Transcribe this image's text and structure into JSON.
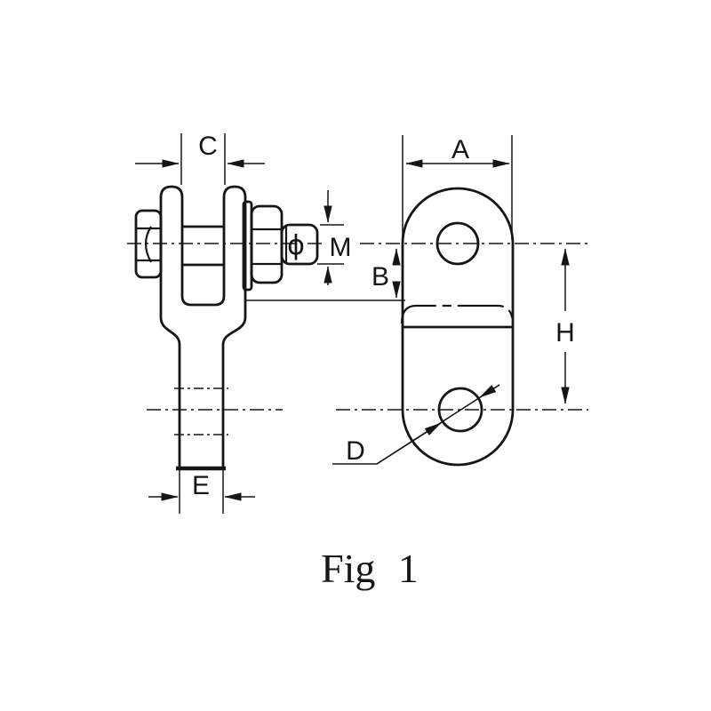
{
  "caption": "Fig 1",
  "labels": {
    "c": "C",
    "a": "A",
    "m": "M",
    "b": "B",
    "h": "H",
    "d": "D",
    "e": "E",
    "phi": "ϕ"
  },
  "colors": {
    "line": "#161616",
    "background": "#ffffff"
  }
}
